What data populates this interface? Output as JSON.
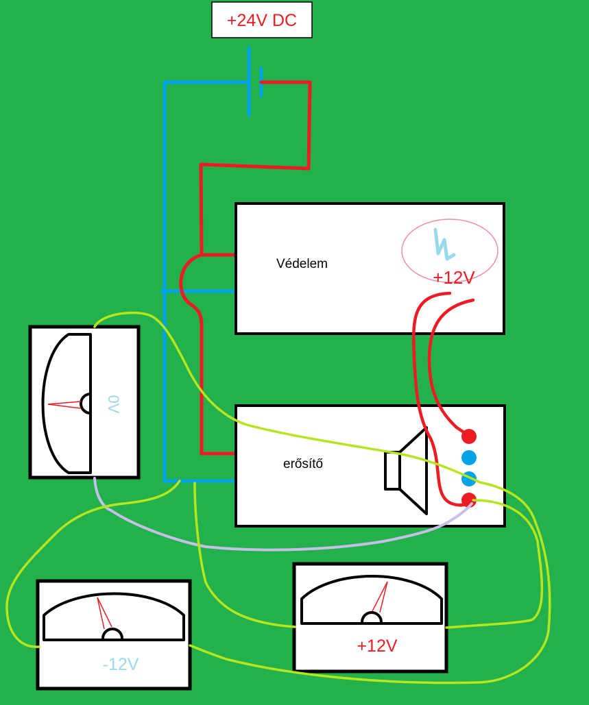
{
  "labels": {
    "supply": "+24V DC",
    "protection": "Védelem",
    "amplifier": "erősítő",
    "protection_voltage": "+12V",
    "meter_left": "0V",
    "meter_bottom_left": "-12V",
    "meter_bottom_right": "+12V"
  },
  "colors": {
    "background": "#22b14c",
    "positive_wire": "#ed1c24",
    "negative_wire": "#00a2e8",
    "signal_wire": "#b5e61d",
    "ground_wire": "#c8bfe7",
    "light_blue_text": "#99d9ea",
    "box_fill": "#ffffff",
    "outline": "#000000"
  }
}
